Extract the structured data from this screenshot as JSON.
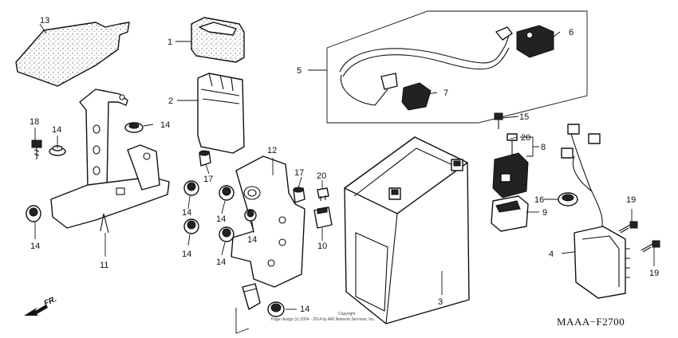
{
  "diagram": {
    "part_numbers": {
      "p1": "1",
      "p2": "2",
      "p3": "3",
      "p4": "4",
      "p5": "5",
      "p6": "6",
      "p7": "7",
      "p8": "8",
      "p9": "9",
      "p10": "10",
      "p11": "11",
      "p12": "12",
      "p13": "13",
      "p14": "14",
      "p15": "15",
      "p16": "16",
      "p17": "17",
      "p18": "18",
      "p19": "19",
      "p20": "20"
    },
    "copyright_line1": "Copyright",
    "copyright_line2": "Page design (c) 2004 - 2014 by ARI Network Services, Inc.",
    "diagram_code": "MAAA−F2700",
    "direction_label": "FR."
  }
}
